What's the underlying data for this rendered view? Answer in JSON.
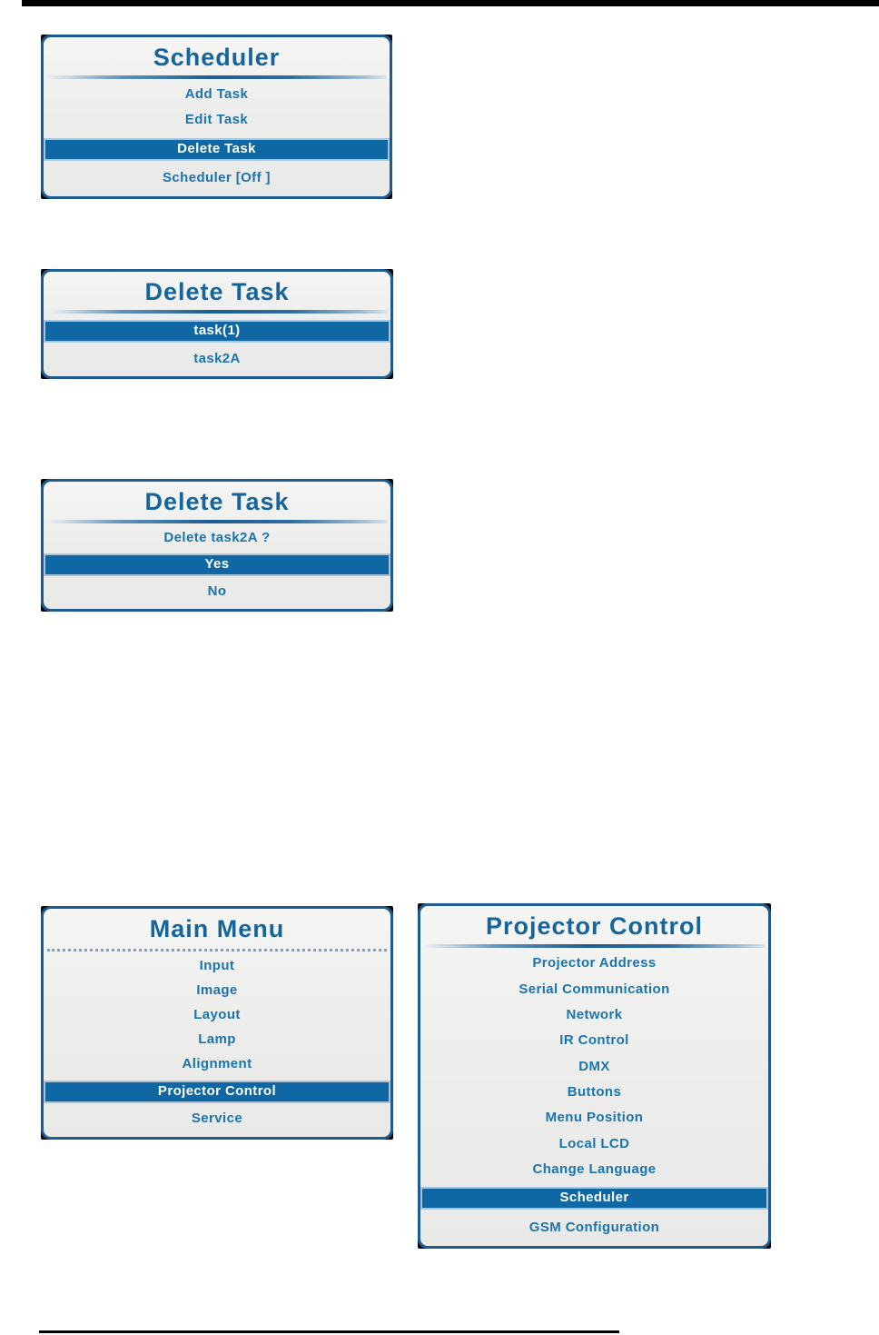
{
  "colors": {
    "accent_blue": "#0f67a4",
    "title_blue": "#15659c",
    "item_blue": "#1a74ad",
    "highlight_text": "#ffffff",
    "panel_border": "#1e5c90",
    "panel_bg": "#ececea",
    "rule_black": "#000000"
  },
  "menus": {
    "scheduler": {
      "title": "Scheduler",
      "items": [
        {
          "label": "Add Task",
          "highlighted": false
        },
        {
          "label": "Edit Task",
          "highlighted": false
        },
        {
          "label": "Delete Task",
          "highlighted": true
        },
        {
          "label": "Scheduler [Off ]",
          "highlighted": false
        }
      ]
    },
    "delete_task_list": {
      "title": "Delete Task",
      "items": [
        {
          "label": "task(1)",
          "highlighted": true
        },
        {
          "label": "task2A",
          "highlighted": false
        }
      ]
    },
    "delete_task_confirm": {
      "title": "Delete Task",
      "items": [
        {
          "label": "Delete task2A ?",
          "highlighted": false,
          "interactable": false
        },
        {
          "label": "Yes",
          "highlighted": true
        },
        {
          "label": "No",
          "highlighted": false
        }
      ]
    },
    "main_menu": {
      "title": "Main Menu",
      "items": [
        {
          "label": "Input",
          "highlighted": false
        },
        {
          "label": "Image",
          "highlighted": false
        },
        {
          "label": "Layout",
          "highlighted": false
        },
        {
          "label": "Lamp",
          "highlighted": false
        },
        {
          "label": "Alignment",
          "highlighted": false
        },
        {
          "label": "Projector Control",
          "highlighted": true
        },
        {
          "label": "Service",
          "highlighted": false
        }
      ]
    },
    "projector_control": {
      "title": "Projector Control",
      "items": [
        {
          "label": "Projector Address",
          "highlighted": false
        },
        {
          "label": "Serial Communication",
          "highlighted": false
        },
        {
          "label": "Network",
          "highlighted": false
        },
        {
          "label": "IR Control",
          "highlighted": false
        },
        {
          "label": "DMX",
          "highlighted": false
        },
        {
          "label": "Buttons",
          "highlighted": false
        },
        {
          "label": "Menu Position",
          "highlighted": false
        },
        {
          "label": "Local LCD",
          "highlighted": false
        },
        {
          "label": "Change Language",
          "highlighted": false
        },
        {
          "label": "Scheduler",
          "highlighted": true
        },
        {
          "label": "GSM Configuration",
          "highlighted": false
        }
      ]
    }
  }
}
